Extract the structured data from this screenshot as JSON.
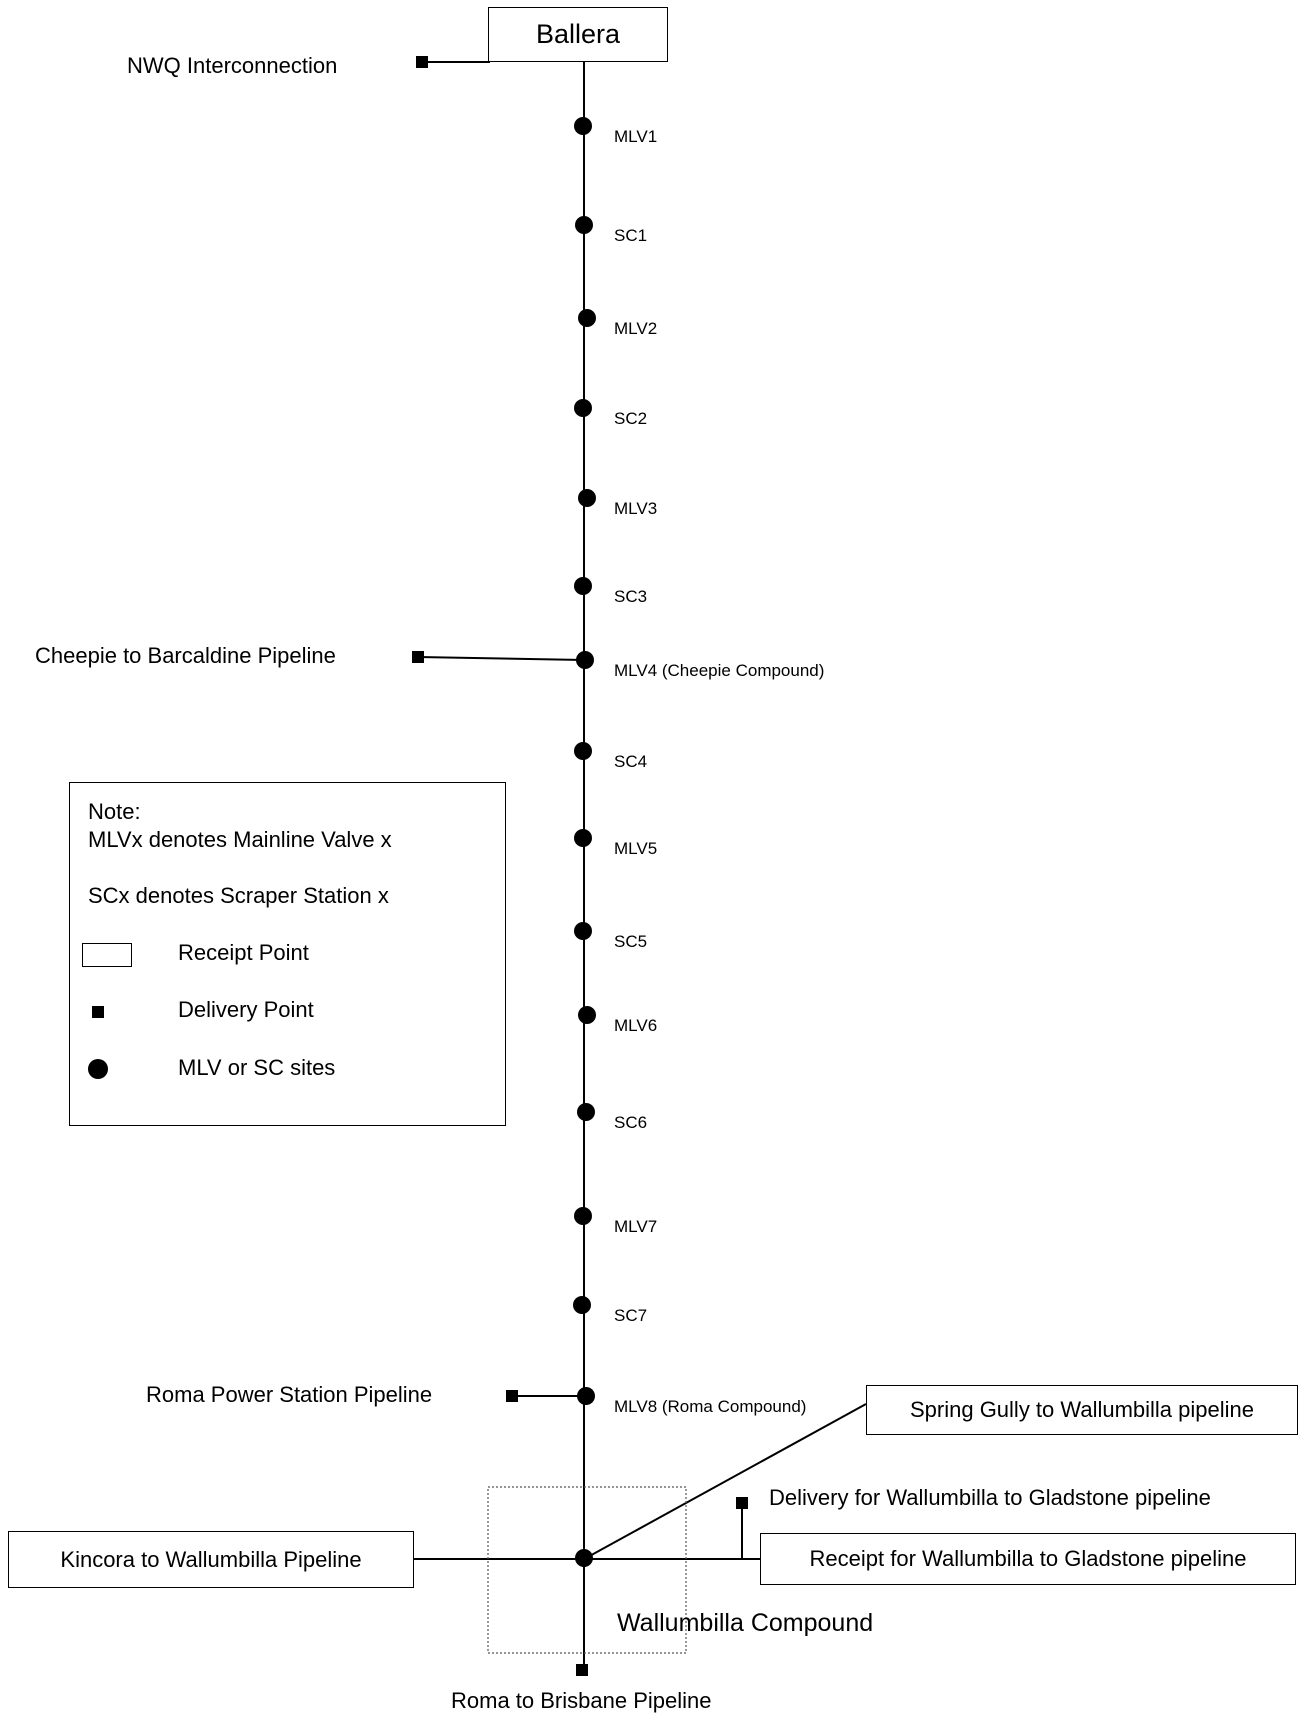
{
  "receipt_point": "Ballera",
  "mainline_sites": [
    "MLV1",
    "SC1",
    "MLV2",
    "SC2",
    "MLV3",
    "SC3",
    "MLV4 (Cheepie Compound)",
    "SC4",
    "MLV5",
    "SC5",
    "MLV6",
    "SC6",
    "MLV7",
    "SC7",
    "MLV8  (Roma Compound)"
  ],
  "branches": {
    "nwq": "NWQ Interconnection",
    "cheepie": "Cheepie to Barcaldine Pipeline",
    "roma_power": "Roma Power Station Pipeline",
    "spring_gully": "Spring Gully to Wallumbilla pipeline",
    "delivery_gladstone": "Delivery  for Wallumbilla to Gladstone pipeline",
    "receipt_gladstone": "Receipt for Wallumbilla to Gladstone pipeline",
    "kincora": "Kincora to Wallumbilla Pipeline",
    "compound": "Wallumbilla Compound",
    "brisbane": "Roma to Brisbane Pipeline"
  },
  "note": {
    "heading": "Note:",
    "mlv": "MLVx denotes Mainline Valve x",
    "sc": "SCx denotes Scraper Station x",
    "receipt": "Receipt Point",
    "delivery": "Delivery Point",
    "sites": "MLV or SC sites"
  }
}
